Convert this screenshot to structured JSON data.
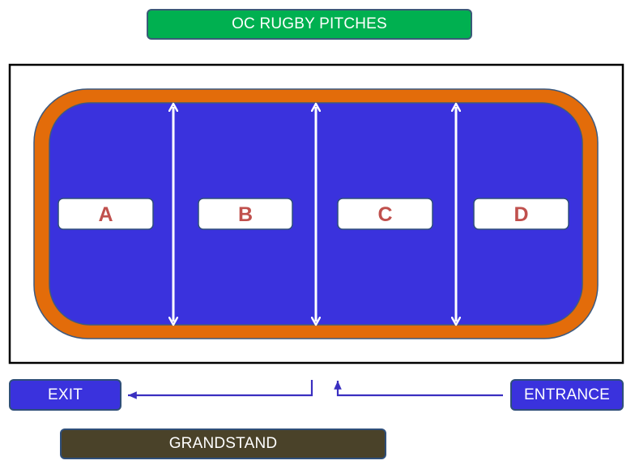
{
  "title": "OC RUGBY PITCHES",
  "pitches": [
    {
      "label": "A"
    },
    {
      "label": "B"
    },
    {
      "label": "C"
    },
    {
      "label": "D"
    }
  ],
  "exit_label": "EXIT",
  "entrance_label": "ENTRANCE",
  "grandstand_label": "GRANDSTAND",
  "colors": {
    "title_bg": "#00b050",
    "field_blue": "#3a32dd",
    "track_orange": "#e36c0a",
    "label_text": "#c0504d",
    "exit_entrance_bg": "#3a32dd",
    "grandstand_bg": "#4a4229",
    "path_arrow": "#3a2fc0",
    "divider_arrow": "#ffffff"
  }
}
